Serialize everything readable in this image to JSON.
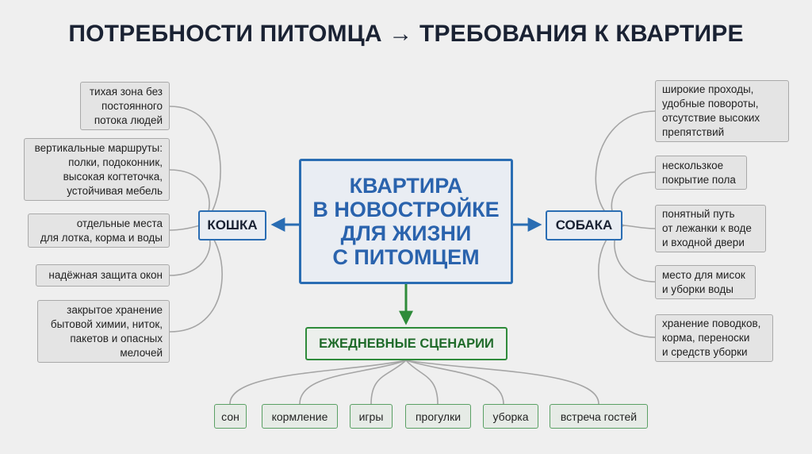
{
  "title": "ПОТРЕБНОСТИ ПИТОМЦА → ТРЕБОВАНИЯ К КВАРТИРЕ",
  "center": "КВАРТИРА\nВ НОВОСТРОЙКЕ\nДЛЯ ЖИЗНИ\nС ПИТОМЦЕМ",
  "cat": {
    "label": "КОШКА",
    "needs": [
      "тихая зона без\nпостоянного\nпотока людей",
      "вертикальные маршруты:\nполки, подоконник,\nвысокая когтеточка,\nустойчивая мебель",
      "отдельные места\nдля лотка, корма и воды",
      "надёжная защита окон",
      "закрытое хранение\nбытовой химии, ниток,\nпакетов и опасных\nмелочей"
    ]
  },
  "dog": {
    "label": "СОБАКА",
    "needs": [
      "широкие проходы,\nудобные повороты,\nотсутствие высоких\nпрепятствий",
      "нескользкое\nпокрытие пола",
      "понятный путь\nот лежанки к воде\nи входной двери",
      "место для мисок\nи уборки воды",
      "хранение поводков,\nкорма, переноски\nи средств уборки"
    ]
  },
  "scenarios": {
    "label": "ЕЖЕДНЕВНЫЕ СЦЕНАРИИ",
    "items": [
      "сон",
      "кормление",
      "игры",
      "прогулки",
      "уборка",
      "встреча гостей"
    ]
  },
  "colors": {
    "blue": "#2a6db3",
    "green": "#2e8b3a",
    "connector": "#a5a5a5"
  }
}
